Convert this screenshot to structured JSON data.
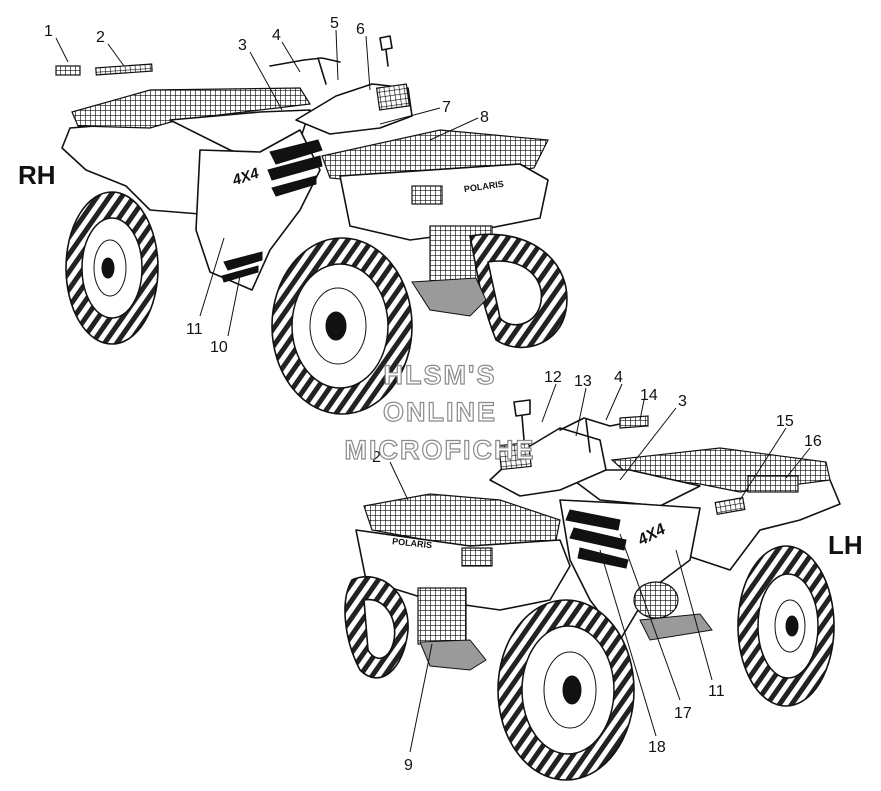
{
  "views": {
    "right": {
      "side_label": "RH"
    },
    "left": {
      "side_label": "LH"
    }
  },
  "callouts": {
    "rh": [
      "1",
      "2",
      "3",
      "4",
      "5",
      "6",
      "7",
      "8",
      "10",
      "11"
    ],
    "lh": [
      "2",
      "3",
      "4",
      "9",
      "11",
      "12",
      "13",
      "14",
      "15",
      "16",
      "17",
      "18"
    ]
  },
  "decal_text": {
    "model_4x4": "4X4",
    "brand": "POLARIS"
  },
  "watermark": [
    "HLSM'S",
    "ONLINE",
    "MICROFICHE"
  ]
}
